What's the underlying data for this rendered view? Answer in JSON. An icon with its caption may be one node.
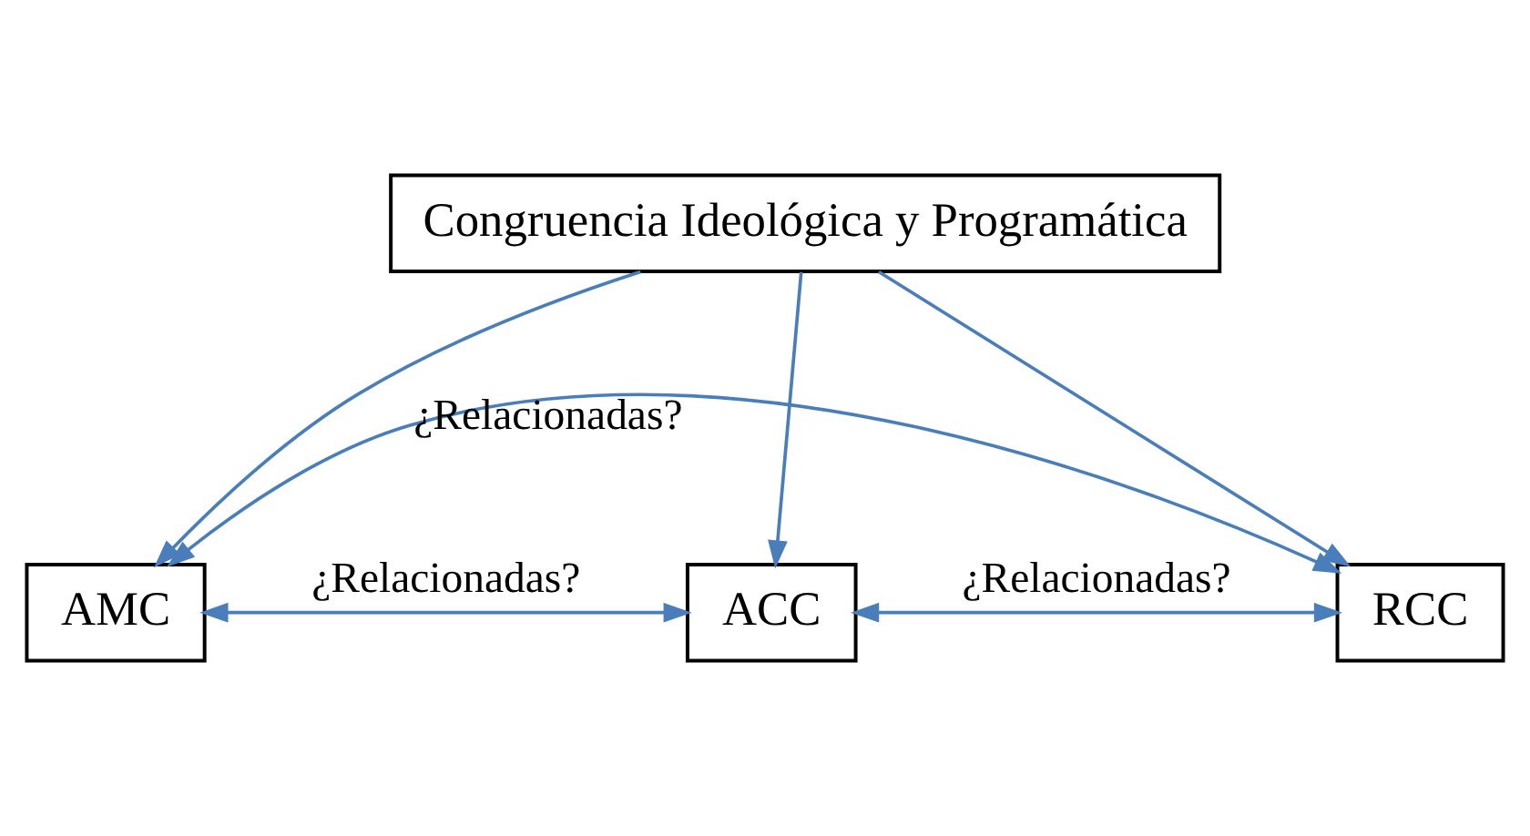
{
  "diagram": {
    "nodes": [
      {
        "text": [
          "Congruencia Ideológica y Programática"
        ]
      },
      {
        "text": [
          "AMC"
        ]
      },
      {
        "text": [
          "ACC"
        ]
      },
      {
        "text": [
          "RCC"
        ]
      }
    ],
    "edges": [
      {
        "from": 0,
        "to": 1,
        "arrow": "to"
      },
      {
        "from": 0,
        "to": 2,
        "arrow": "to"
      },
      {
        "from": 0,
        "to": 3,
        "arrow": "to"
      },
      {
        "from": 1,
        "to": 2,
        "arrow": "both",
        "label": "¿Relacionadas?"
      },
      {
        "from": 2,
        "to": 3,
        "arrow": "both",
        "label": "¿Relacionadas?"
      },
      {
        "from": 1,
        "to": 3,
        "arrow": "both",
        "label": "¿Relacionadas?"
      }
    ]
  }
}
